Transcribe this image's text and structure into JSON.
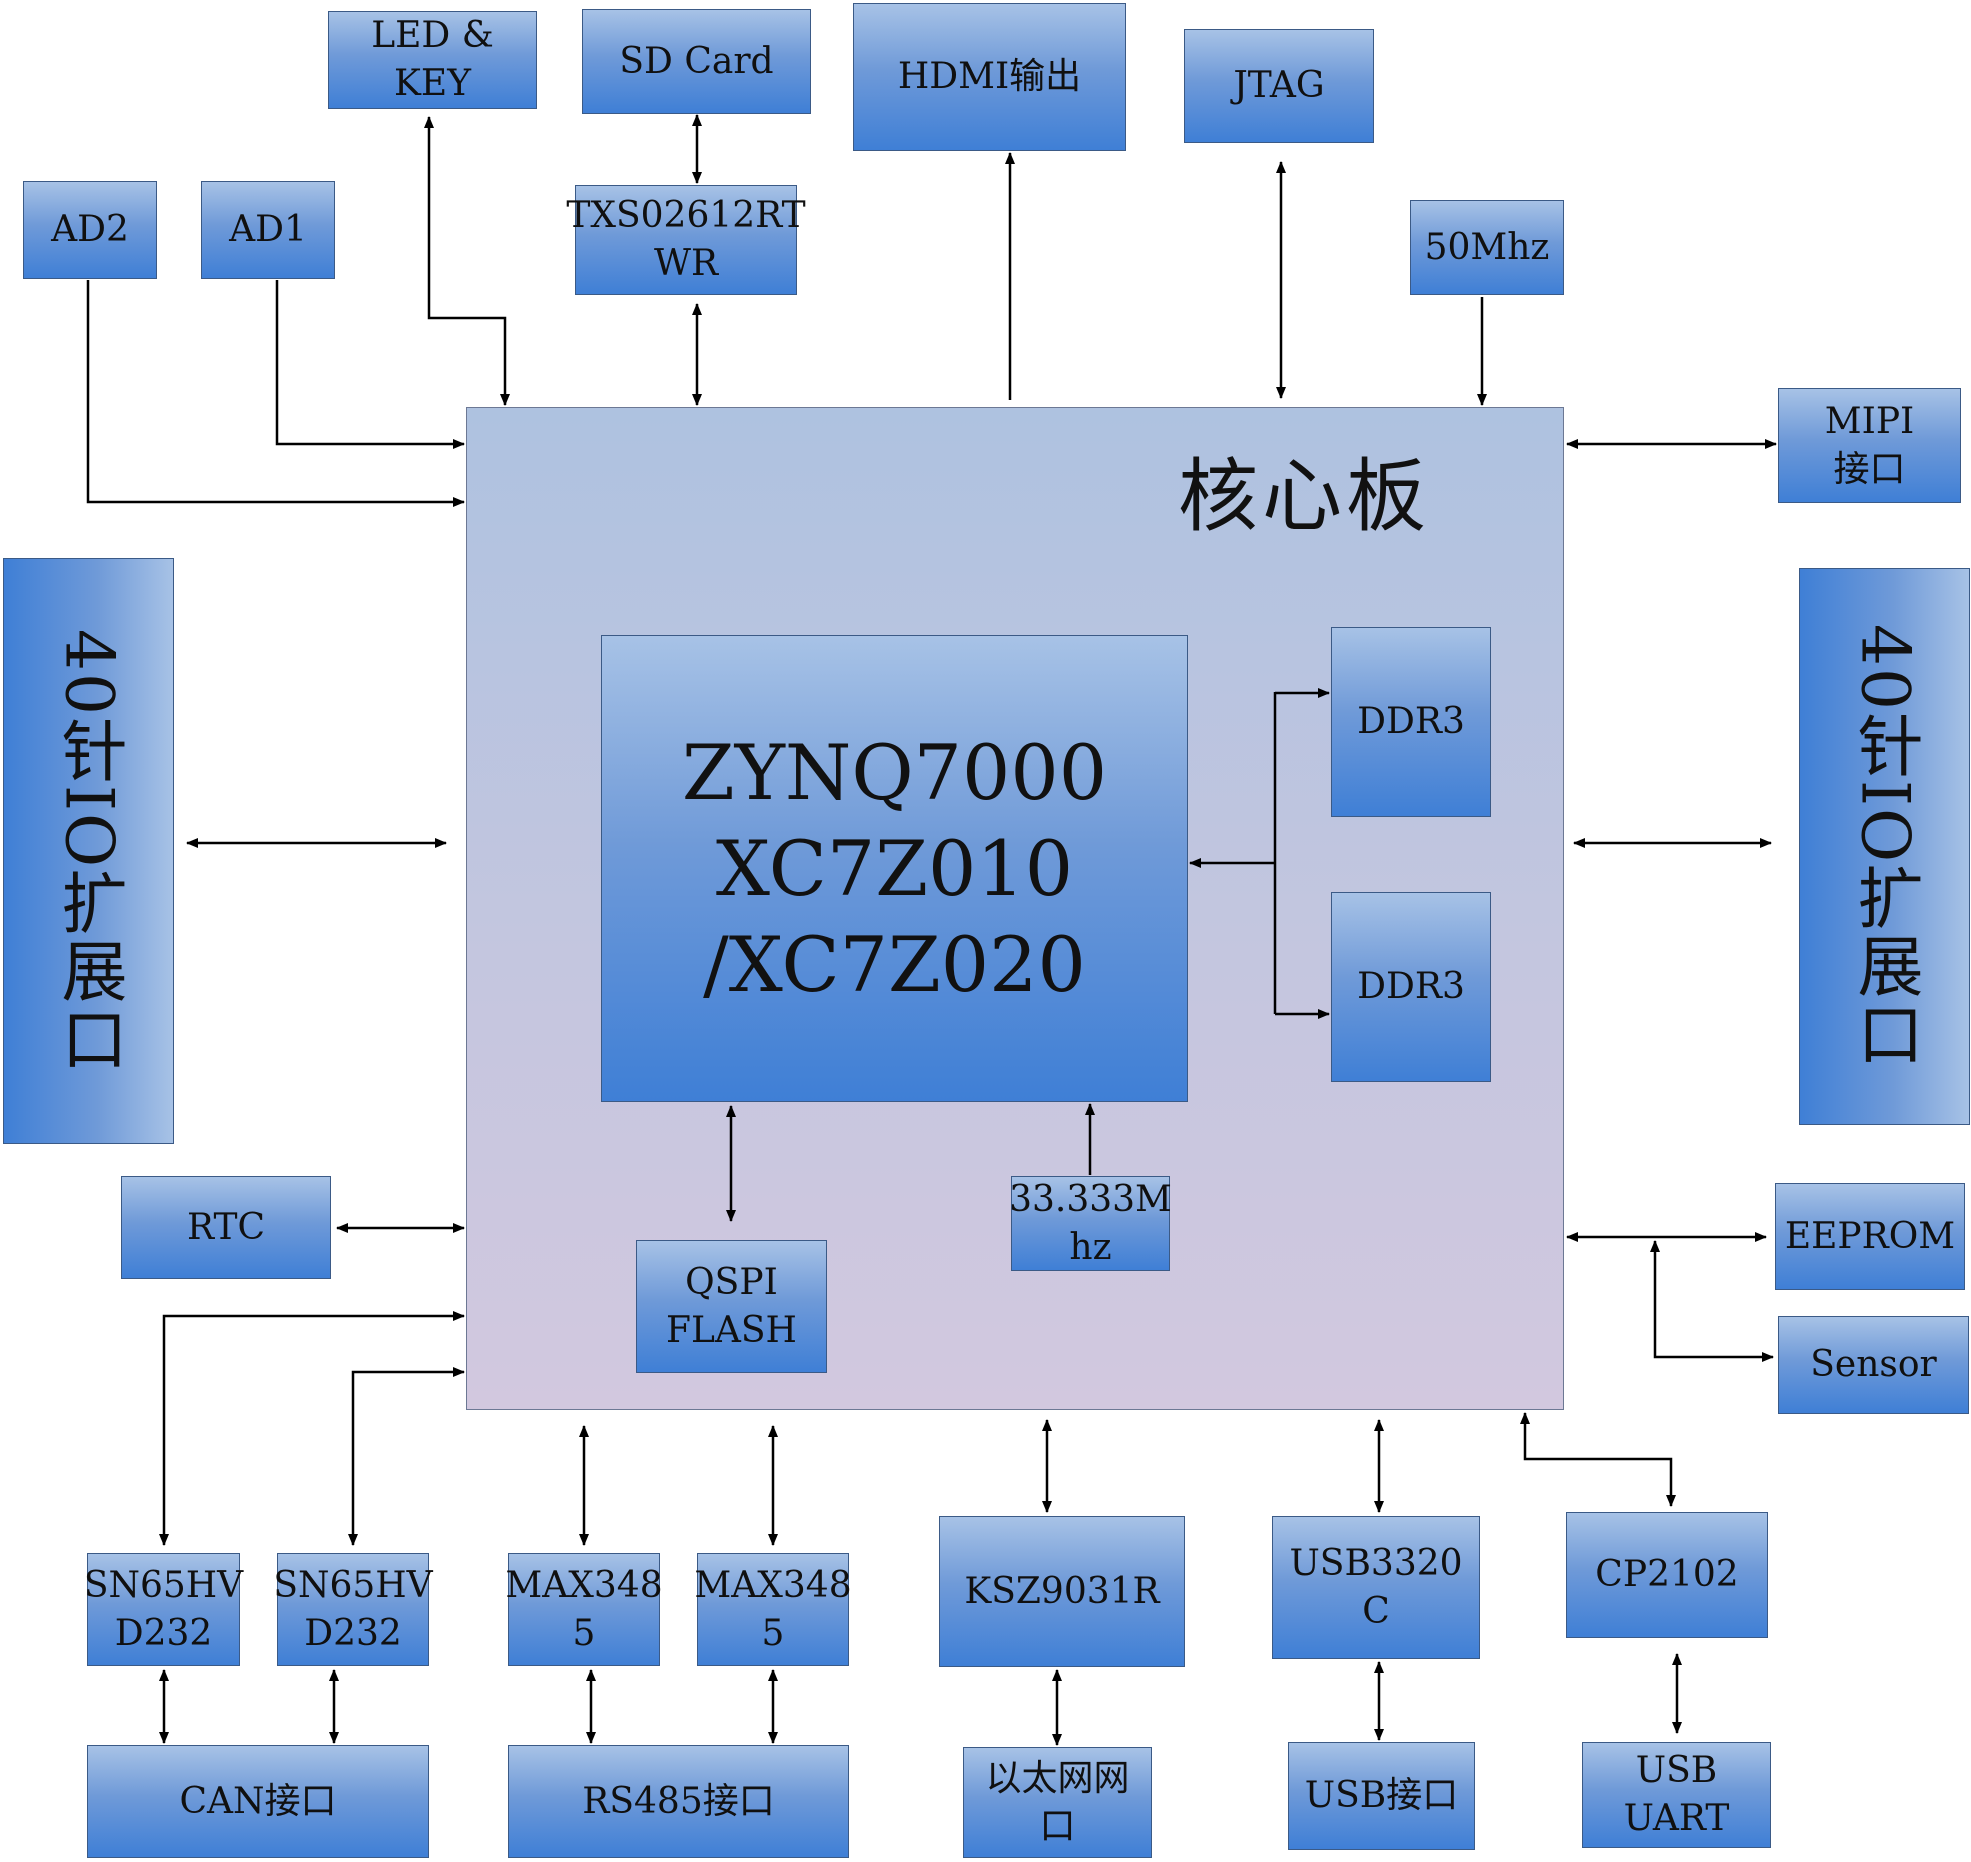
{
  "core": {
    "title": "核心板"
  },
  "chip": {
    "lines": [
      "ZYNQ7000",
      "XC7Z010",
      "/XC7Z020"
    ]
  },
  "blocks": {
    "led_key": "LED & KEY",
    "sd_card": "SD Card",
    "hdmi": "HDMI输出",
    "jtag": "JTAG",
    "ad2": "AD2",
    "ad1": "AD1",
    "txs": "TXS02612RT\nWR",
    "osc50": "50Mhz",
    "mipi": "MIPI\n接口",
    "io_left": "40针IO扩展口",
    "io_right": "40针IO扩展口",
    "ddr3_top": "DDR3",
    "ddr3_bottom": "DDR3",
    "rtc": "RTC",
    "qspi": "QSPI\nFLASH",
    "osc33": "33.333M\nhz",
    "eeprom": "EEPROM",
    "sensor": "Sensor",
    "sn65_1": "SN65HV\nD232",
    "sn65_2": "SN65HV\nD232",
    "max1": "MAX348\n5",
    "max2": "MAX348\n5",
    "ksz": "KSZ9031R",
    "usb3320": "USB3320\nC",
    "cp2102": "CP2102",
    "can": "CAN接口",
    "rs485": "RS485接口",
    "ethernet": "以太网网\n口",
    "usb_port": "USB接口",
    "usb_uart": "USB UART"
  }
}
